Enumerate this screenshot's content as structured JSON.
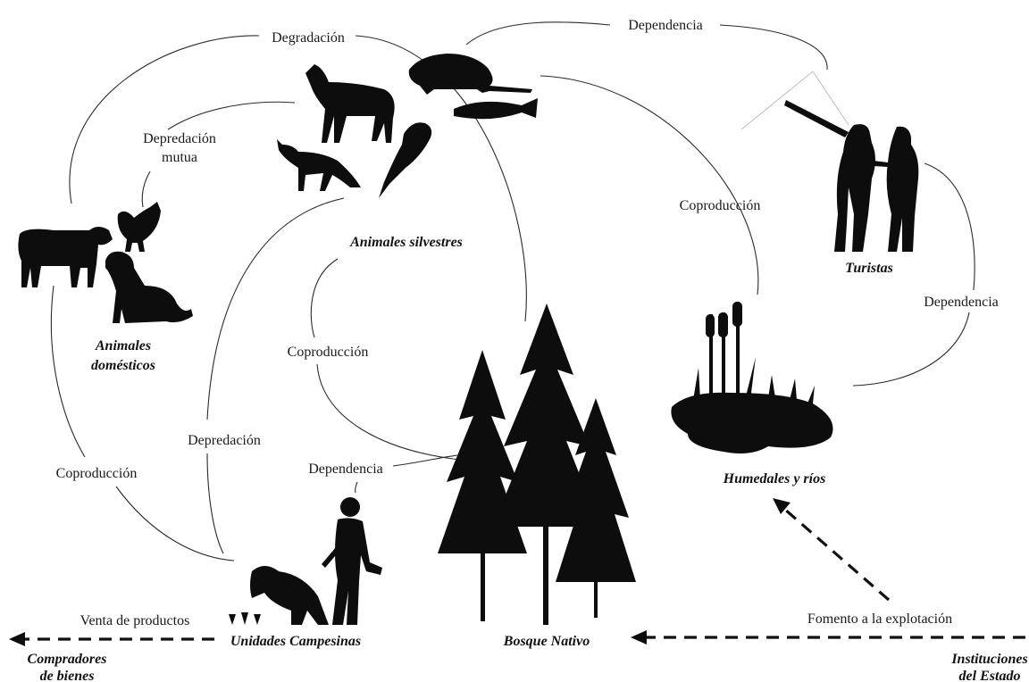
{
  "nodes": {
    "animales_domesticos": [
      "Animales",
      "domésticos"
    ],
    "animales_silvestres": "Animales silvestres",
    "turistas": "Turistas",
    "humedales": "Humedales y ríos",
    "bosque": "Bosque Nativo",
    "unidades": "Unidades Campesinas",
    "compradores": [
      "Compradores",
      "de bienes"
    ],
    "instituciones": [
      "Instituciones",
      "del Estado"
    ]
  },
  "relations": {
    "degradacion": "Degradación",
    "dependencia_top": "Dependencia",
    "depredacion_mutua": [
      "Depredación",
      "mutua"
    ],
    "coproduccion_humedales": "Coproducción",
    "dependencia_turistas": "Dependencia",
    "coproduccion_bosque": "Coproducción",
    "depredacion": "Depredación",
    "dependencia_campesinos": "Dependencia",
    "coproduccion_domesticos": "Coproducción",
    "venta": "Venta de productos",
    "fomento": "Fomento a la explotación"
  }
}
